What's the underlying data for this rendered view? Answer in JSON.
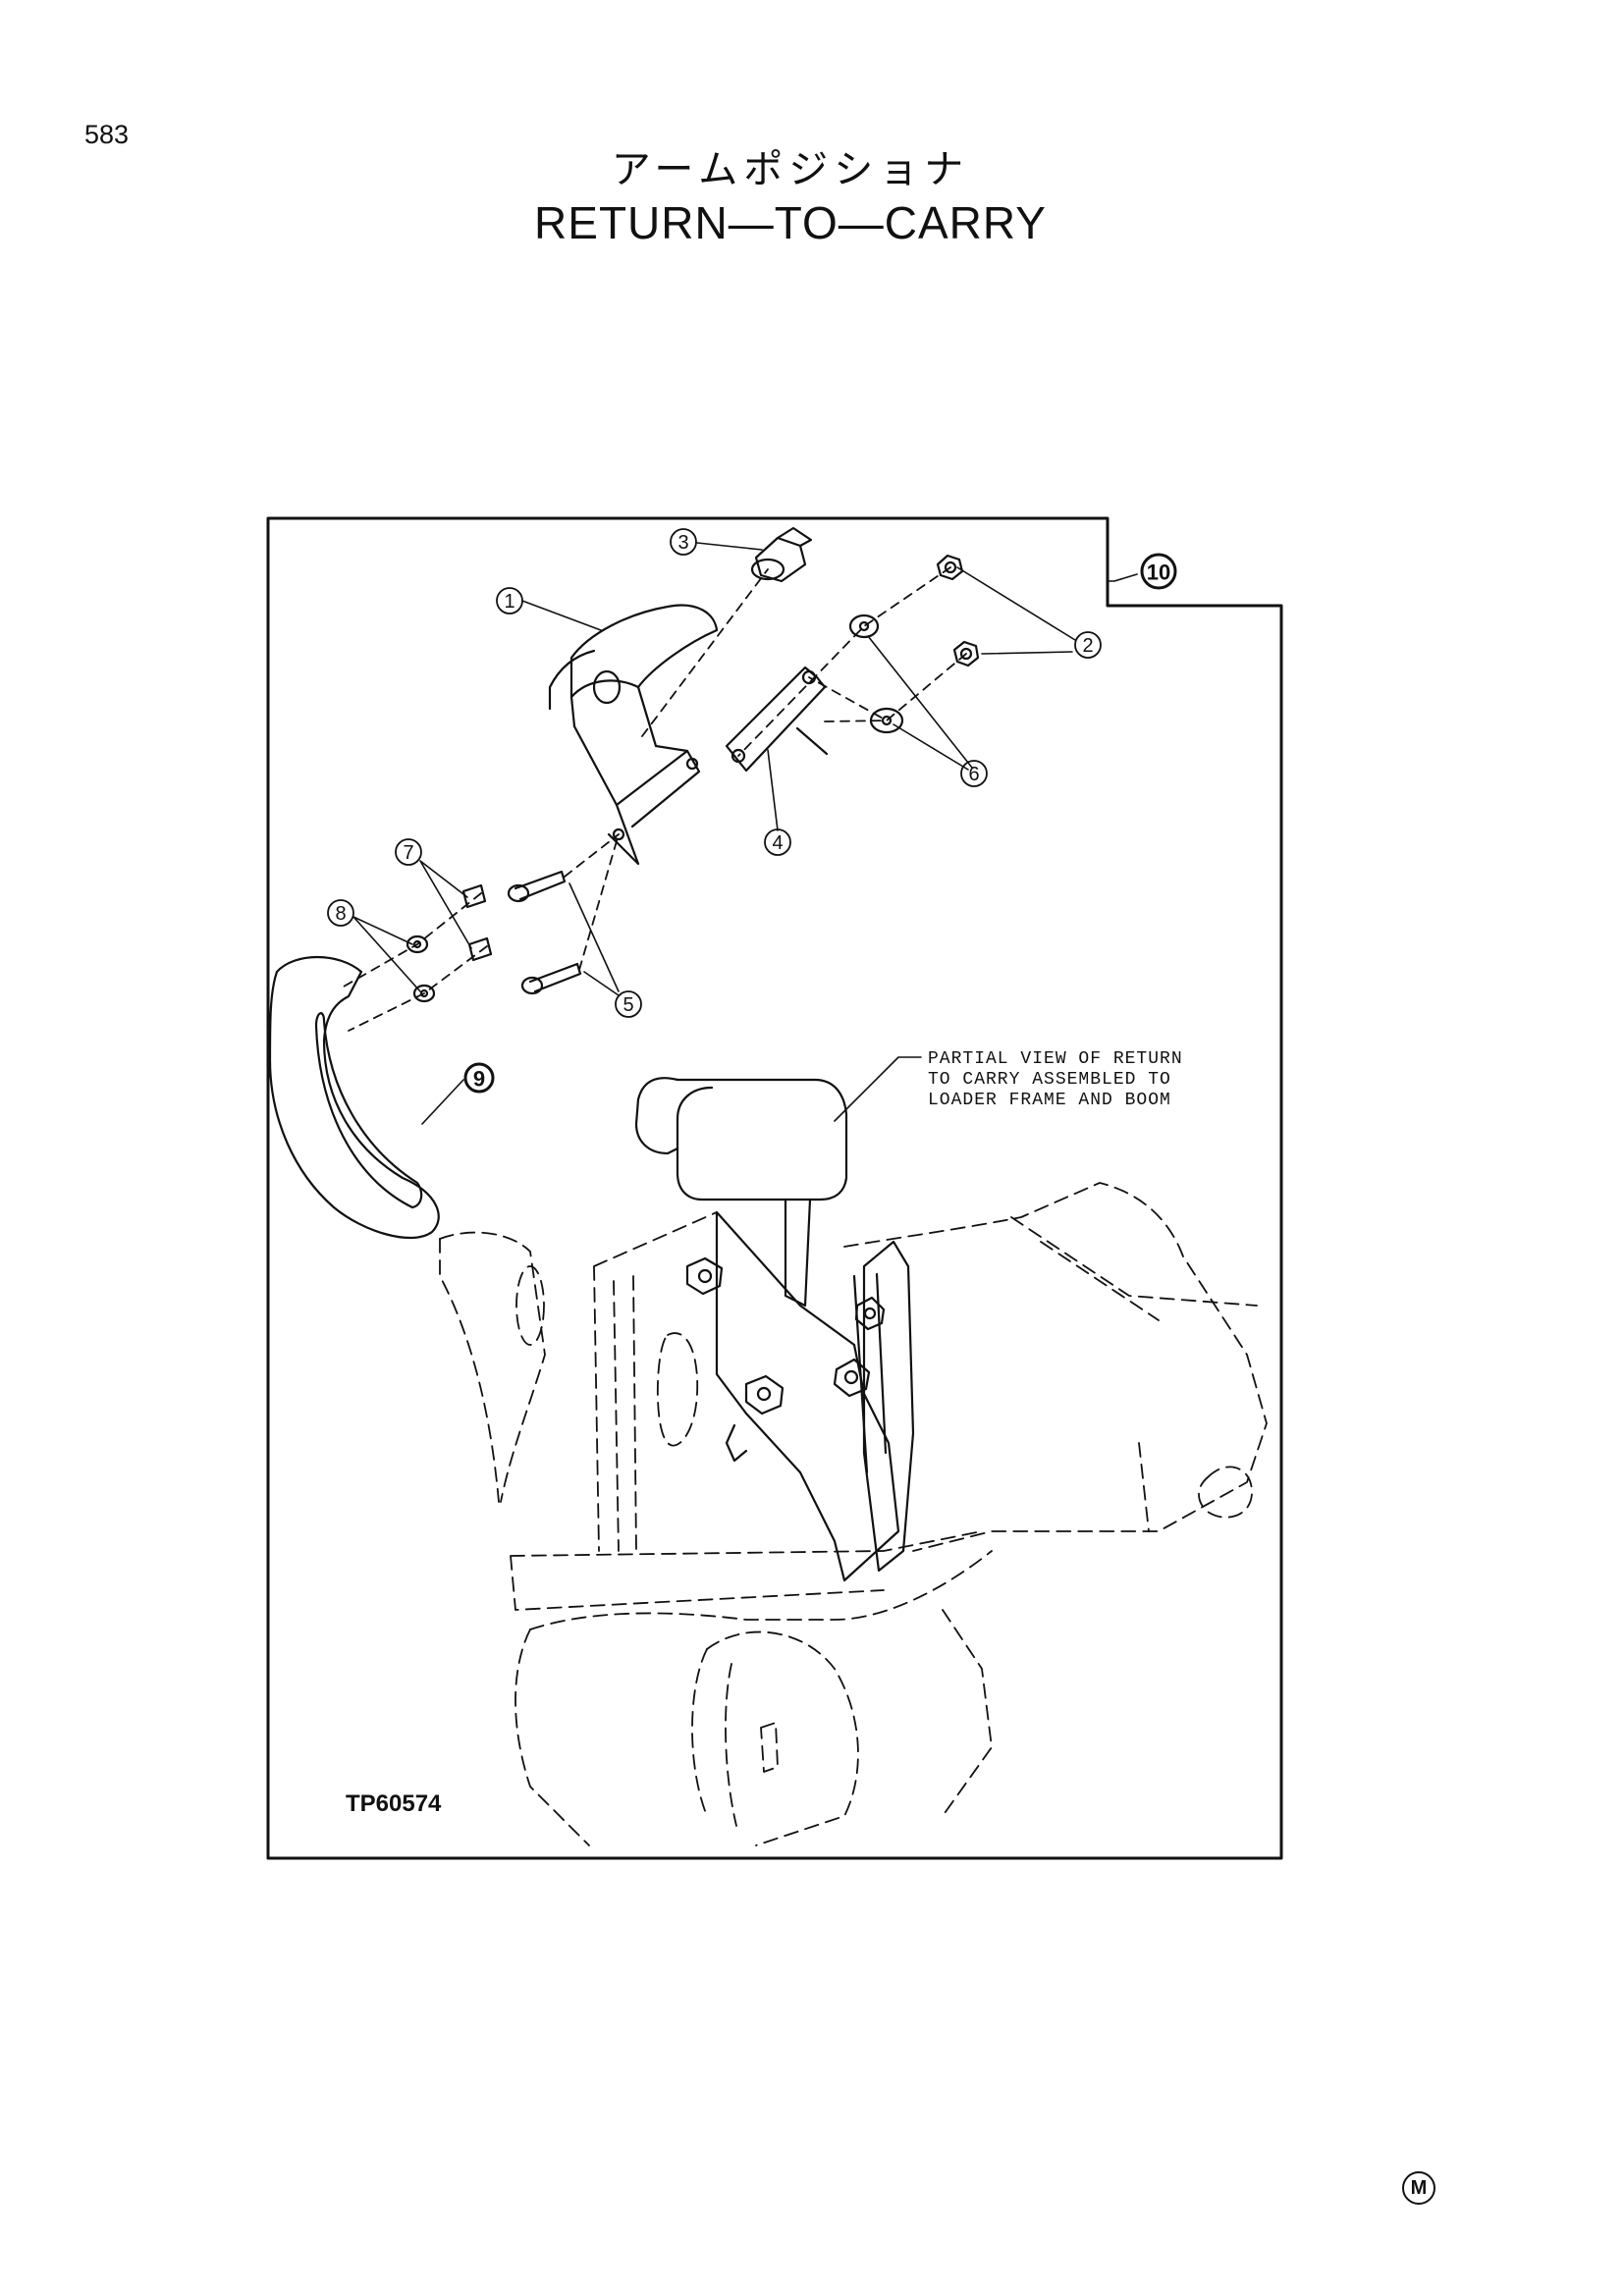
{
  "page": {
    "number": "583",
    "title_jp": "アームポジショナ",
    "title_en": "RETURN—TO—CARRY",
    "mark": "M"
  },
  "diagram": {
    "figure_id": "TP60574",
    "note_lines": [
      "PARTIAL VIEW OF RETURN",
      "TO CARRY ASSEMBLED TO",
      "LOADER FRAME AND BOOM"
    ],
    "callouts": [
      "1",
      "2",
      "3",
      "4",
      "5",
      "6",
      "7",
      "8",
      "9",
      "10"
    ]
  }
}
